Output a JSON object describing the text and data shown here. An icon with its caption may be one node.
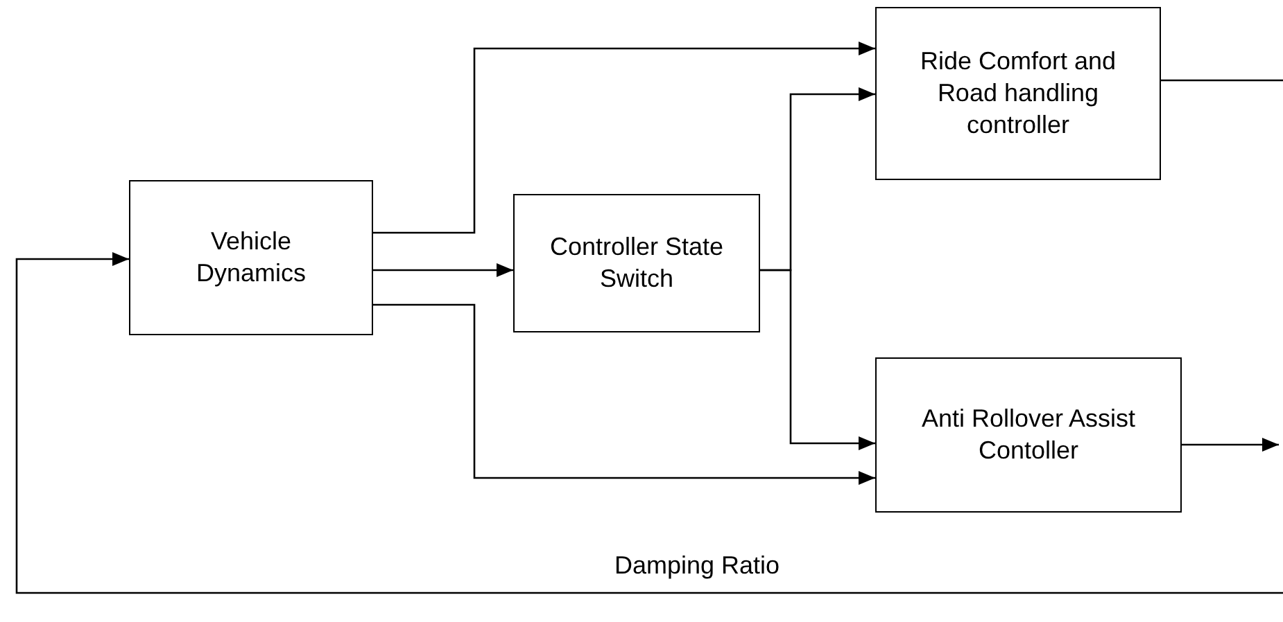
{
  "diagram": {
    "nodes": [
      {
        "text": [
          "Vehicle Dynamics"
        ]
      },
      {
        "text": [
          "Controller State Switch"
        ]
      },
      {
        "text": [
          "Ride Comfort and Road handling controller"
        ]
      },
      {
        "text": [
          "Anti Rollover Assist Contoller"
        ]
      }
    ],
    "edges": [
      {
        "from": 0,
        "to": 2,
        "arrow": "to"
      },
      {
        "from": 0,
        "to": 1,
        "arrow": "to"
      },
      {
        "from": 0,
        "to": 3,
        "arrow": "to"
      },
      {
        "from": 1,
        "to": 2,
        "arrow": "to"
      },
      {
        "from": 1,
        "to": 3,
        "arrow": "to"
      },
      {
        "from": 2,
        "to": null,
        "arrow": "none"
      },
      {
        "from": 3,
        "to": null,
        "arrow": "to"
      },
      {
        "from": null,
        "to": 0,
        "arrow": "to",
        "label": "Damping Ratio"
      }
    ]
  }
}
